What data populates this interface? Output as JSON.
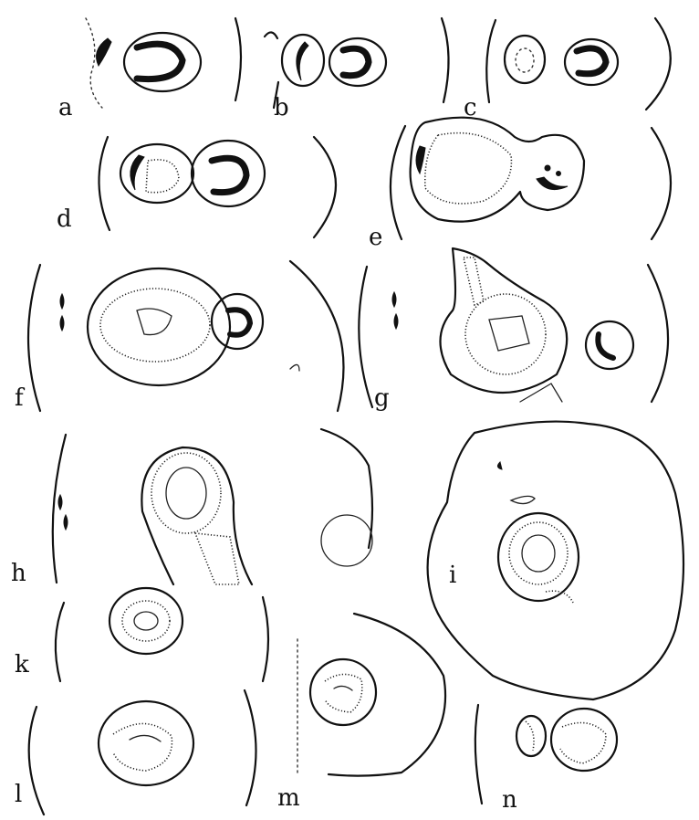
{
  "figure_labels": {
    "a": "a",
    "b": "b",
    "c": "c",
    "d": "d",
    "e": "e",
    "f": "f",
    "g": "g",
    "h": "h",
    "i": "i",
    "k": "k",
    "l": "l",
    "m": "m",
    "n": "n"
  }
}
